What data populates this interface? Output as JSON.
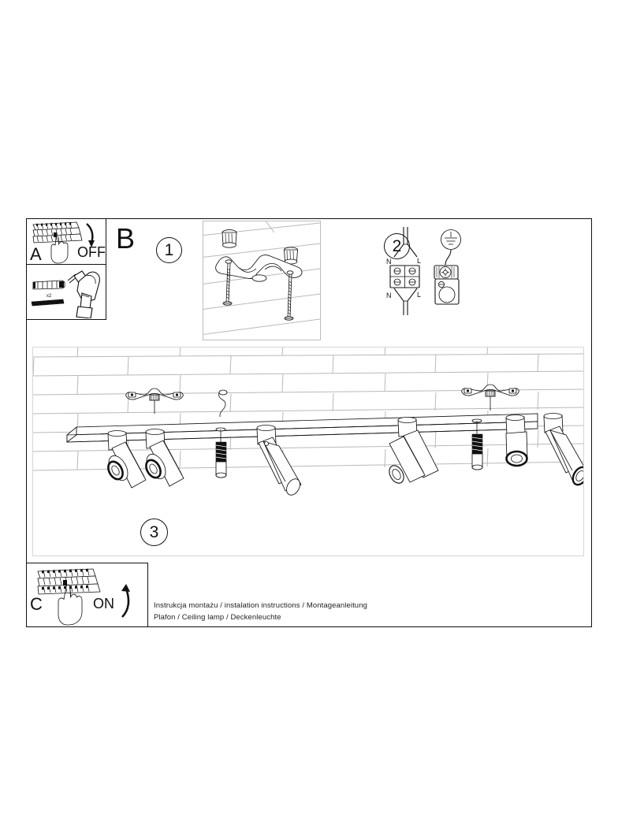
{
  "document": {
    "type": "installation-instruction-sheet",
    "page_size": "784x1066"
  },
  "panels": {
    "a": {
      "letter": "A",
      "action_label": "OFF",
      "icon": "circuit-breaker-panel-with-hand",
      "arrow": "curved-arrow-down"
    },
    "a2": {
      "icon": "cordless-drill-with-wall-plug-and-screw",
      "quantity_label": "x2"
    },
    "b": {
      "letter": "B"
    },
    "c": {
      "letter": "C",
      "action_label": "ON",
      "icon": "circuit-breaker-panel-with-hand",
      "arrow": "curved-arrow-up"
    }
  },
  "steps": [
    {
      "number": "1",
      "title": "mount-bracket-to-ceiling"
    },
    {
      "number": "2",
      "title": "connect-wiring"
    },
    {
      "number": "3",
      "title": "attach-lamp-body"
    }
  ],
  "wiring": {
    "terminal_top_left": "N",
    "terminal_top_right": "L",
    "terminal_bottom_left": "N",
    "terminal_bottom_right": "L",
    "earth_symbol": "protective-earth",
    "earth_clamp": "earth-terminal-clamp"
  },
  "lamp": {
    "name": "ceiling-bar-lamp",
    "spot_count": 6,
    "bracket_count": 2,
    "screw_count": 2
  },
  "caption": {
    "line1": "Instrukcja montażu / instalation instructions / Montageanleitung",
    "line2": "Plafon / Ceiling lamp / Deckenleuchte"
  },
  "colors": {
    "ink": "#111111",
    "brick_line": "#b9b9b9",
    "frame": "#111111",
    "paper": "#ffffff"
  }
}
